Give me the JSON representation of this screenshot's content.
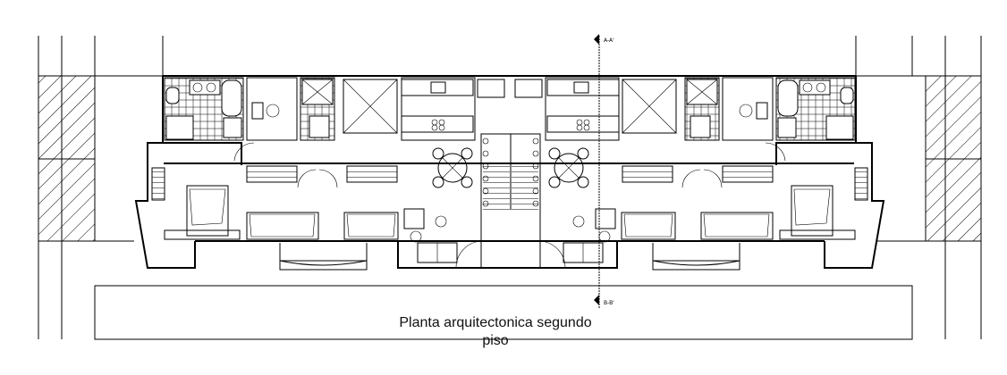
{
  "drawing": {
    "caption_line1": "Planta arquitectonica segundo",
    "caption_line2": "piso",
    "section_mark_top": "A-A'",
    "section_mark_bottom": "B-B'"
  }
}
